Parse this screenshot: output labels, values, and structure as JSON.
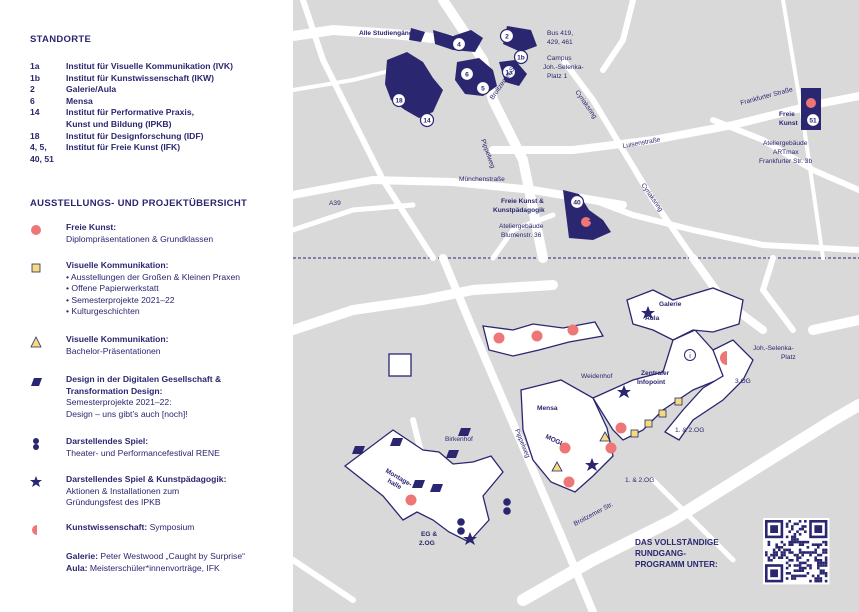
{
  "colors": {
    "ink": "#2a2670",
    "pink": "#ee7676",
    "yellow": "#f4dc7a",
    "road": "#d9d9d9",
    "bg": "#ffffff"
  },
  "legend": {
    "standorte_title": "STANDORTE",
    "locations": [
      {
        "num": "1a",
        "name": "Institut für Visuelle Kommunikation (IVK)"
      },
      {
        "num": "1b",
        "name": "Institut für Kunstwissenschaft (IKW)"
      },
      {
        "num": "2",
        "name": "Galerie/Aula"
      },
      {
        "num": "6",
        "name": "Mensa"
      },
      {
        "num": "14",
        "name": "Institut für Performative Praxis,"
      },
      {
        "num": "",
        "name": "Kunst und Bildung (IPKB)"
      },
      {
        "num": "18",
        "name": "Institut für Designforschung (IDF)"
      },
      {
        "num": "4, 5,",
        "name": "Institut für Freie Kunst (IFK)"
      },
      {
        "num": "40, 51",
        "name": ""
      }
    ],
    "overview_title": "AUSSTELLUNGS- UND PROJEKTÜBERSICHT",
    "items": [
      {
        "symbol": "circle",
        "title": "Freie Kunst:",
        "lines": [
          "Diplompräsentationen & Grundklassen"
        ]
      },
      {
        "symbol": "square",
        "title": "Visuelle Kommunikation:",
        "lines": [
          "• Ausstellungen der Großen & Kleinen Praxen",
          "• Offene Papierwerkstatt",
          "• Semesterprojekte 2021–22",
          "• Kulturgeschichten"
        ]
      },
      {
        "symbol": "triangle",
        "title": "Visuelle Kommunikation:",
        "lines": [
          "Bachelor-Präsentationen"
        ]
      },
      {
        "symbol": "parallelogram",
        "title": "Design in der Digitalen Gesellschaft &",
        "lines": [
          "Transformation Design:",
          "Semesterprojekte 2021–22:",
          "Design – uns gibt’s auch [noch]!"
        ]
      },
      {
        "symbol": "dots",
        "title": "Darstellendes Spiel:",
        "lines": [
          "Theater- und Performancefestival RENE"
        ]
      },
      {
        "symbol": "star",
        "title": "Darstellendes Spiel & Kunstpädagogik:",
        "lines": [
          "Aktionen & Installationen zum",
          "Gründungsfest des IPKB"
        ]
      },
      {
        "symbol": "halfcircle",
        "title": "Kunstwissenschaft:",
        "lines": [
          "Symposium"
        ]
      }
    ],
    "credits": [
      {
        "label": "Galerie:",
        "text": "Peter Westwood „Caught by Surprise“"
      },
      {
        "label": "Aula:",
        "text": "Meisterschüler*innenvorträge, IFK"
      }
    ]
  },
  "map_top": {
    "labels": {
      "alle": "Alle Studiengänge",
      "bus1": "Bus 419,",
      "bus2": "429, 461",
      "campus1": "Campus",
      "campus2": "Joh.-Selenka-",
      "campus3": "Platz 1",
      "broitzemer": "Broitzemer Str.",
      "cyriaksring": "Cyriaksring",
      "cyriaksring2": "Cyriaksring",
      "frankfurter": "Frankfurter Straße",
      "freie1": "Freie",
      "freie2": "Kunst",
      "atelier1": "Ateliergebäude",
      "atelier2": "ARTmax",
      "atelier3": "Frankfurter Str. 3b",
      "luisen": "Luisenstraße",
      "pippel": "Pippelweg",
      "muenchen": "Münchenstraße",
      "a39": "A39",
      "fkp1": "Freie Kunst &",
      "fkp2": "Kunstpädagogik",
      "atelierb1": "Ateliergebäude",
      "atelierb2": "Blumenstr. 36"
    },
    "badges": [
      "4",
      "2",
      "1b",
      "6",
      "5",
      "1a",
      "18",
      "14",
      "51",
      "40"
    ]
  },
  "map_bottom": {
    "labels": {
      "weidenhof": "Weidenhof",
      "zentraler1": "Zentraler",
      "zentraler2": "Infopoint",
      "galerie": "Galerie",
      "aula": "Aula",
      "joh1": "Joh.-Selenka-",
      "joh2": "Platz",
      "og3": "3.OG",
      "og12a": "1. & 2.OG",
      "og12b": "1. & 2.OG",
      "mensa": "Mensa",
      "mogi": "MOGI",
      "birkenhof": "Birkenhof",
      "montage1": "Montage-",
      "montage2": "halle",
      "egog1": "EG &",
      "egog2": "2.OG",
      "pippelweg": "Pippelweg",
      "broitzemer": "Broitzemer Str.",
      "info": "i"
    },
    "programm": [
      "DAS VOLLSTÄNDIGE",
      "RUNDGANG-",
      "PROGRAMM UNTER:"
    ]
  }
}
